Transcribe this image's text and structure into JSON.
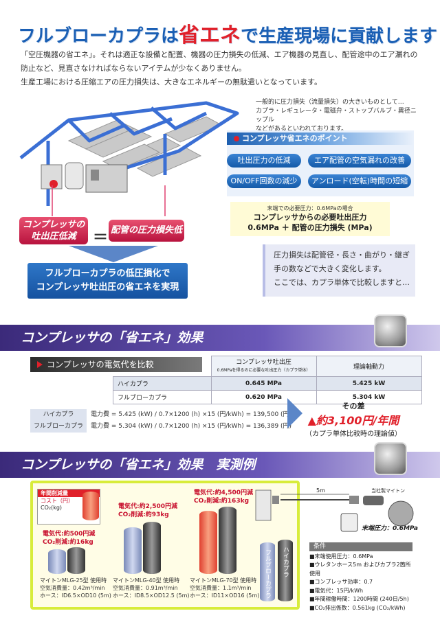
{
  "header": {
    "title_pre": "フルブローカプラは",
    "title_hl": "省エネ",
    "title_post": "で生産現場に貢献します"
  },
  "intro": {
    "line1": "「空圧機器の省エネ」。それは適正な設備と配置、機器の圧力損失の低減、エア機器の見直し、配管途中のエア漏れの",
    "line2": "防止など、見直さなければならないアイテムが少なくありません。",
    "line3": "生産工場における圧縮エアの圧力損失は、大きなエネルギーの無駄遣いとなっています。"
  },
  "note": {
    "line1": "一般的に圧力損失（流量損失）の大きいものとして…",
    "line2": "カプラ・レギュレータ・電磁弁・ストップバルブ・異径ニップル",
    "line3": "などがあるといわれております。"
  },
  "points": {
    "heading": "コンプレッサ省エネのポイント",
    "items": [
      "吐出圧力の低減",
      "エア配管の空気漏れの改善",
      "ON/OFF回数の減少",
      "アンロード(空転)時間の短縮"
    ]
  },
  "required": {
    "small": "末端での必要圧力：0.6MPaの場合",
    "line1": "コンプレッサからの必要吐出圧力",
    "line2": "0.6MPa ＋ 配管の圧力損失 (MPa)"
  },
  "loss_note": {
    "line1": "圧力損失は配管径・長さ・曲がり・継ぎ",
    "line2": "手の数などで大きく変化します。",
    "line3": "ここでは、カプラ単体で比較しますと…"
  },
  "equation": {
    "left1": "コンプレッサの",
    "left2": "吐出圧低減",
    "eq": "＝",
    "right": "配管の圧力損失低減"
  },
  "result_box": {
    "line1": "フルブローカプラの低圧損化で",
    "line2": "コンプレッサ吐出圧の省エネを実現"
  },
  "section1": {
    "banner": "コンプレッサの「省エネ」効果",
    "compare_label": "コンプレッサの電気代を比較",
    "col1_head": "コンプレッサ吐出圧",
    "col1_sub": "0.6MPaを得るのに必要な吐出圧力（カプラ単体）",
    "col2_head": "理論軸動力",
    "rows": [
      {
        "name": "ハイカプラ",
        "pressure": "0.645 MPa",
        "power": "5.425 kW"
      },
      {
        "name": "フルブローカプラ",
        "pressure": "0.620 MPa",
        "power": "5.304 kW"
      }
    ],
    "calc": [
      {
        "label": "ハイカプラ",
        "formula": "電力費 = 5.425 (kW) / 0.7×1200 (h) ×15 (円/kWh) = 139,500 (円)"
      },
      {
        "label": "フルブローカプラ",
        "formula": "電力費 = 5.304 (kW) / 0.7×1200 (h) ×15 (円/kWh) = 136,389 (円)"
      }
    ],
    "diff_label": "その差",
    "diff_amount": "約3,100円/年間",
    "diff_note": "（カプラ単体比較時の理論値）"
  },
  "section2": {
    "banner": "コンプレッサの「省エネ」効果　実測例",
    "legend_title": "年間削減量",
    "legend_cost": "コスト（円）",
    "legend_co2": "CO₂(kg)",
    "groups": [
      {
        "saving": "電気代:約500円減",
        "co2": "CO₂削減:約16kg",
        "model": "マイトンMLG-25型 使用時",
        "air": "空気消費量：0.42m³/min",
        "hose": "ホース：ID6.5×OD10 (5m)"
      },
      {
        "saving": "電気代:約2,500円減",
        "co2": "CO₂削減:約93kg",
        "model": "マイトンMLG-40型 使用時",
        "air": "空気消費量：0.91m³/min",
        "hose": "ホース：ID8.5×OD12.5 (5m)"
      },
      {
        "saving": "電気代:約4,500円減",
        "co2": "CO₂削減:約163kg",
        "model": "マイトンMLG-70型 使用時",
        "air": "空気消費量：1.1m³/min",
        "hose": "ホース：ID11×OD16 (5m)"
      }
    ],
    "cyl_label1": "フルブローカプラ",
    "cyl_label2": "ハイカプラ",
    "hose_len": "5m",
    "tool_label": "当社製マイトン",
    "end_pressure": "末端圧力：0.6MPa",
    "conditions_head": "条件",
    "conditions": [
      "■末端使用圧力：0.6MPa",
      "■ウレタンホース5m およびカプラ2箇所使用",
      "■コンプレッサ効率：0.7",
      "■電気代：15円/kWh",
      "■年間稼働時間：1200時間 (240日/5h)",
      "■CO₂排出係数：0.561kg (CO₂/kWh)"
    ]
  },
  "colors": {
    "accent_blue": "#1a5fb4",
    "accent_red": "#e0202a",
    "banner_purple": "#4b3a95"
  }
}
